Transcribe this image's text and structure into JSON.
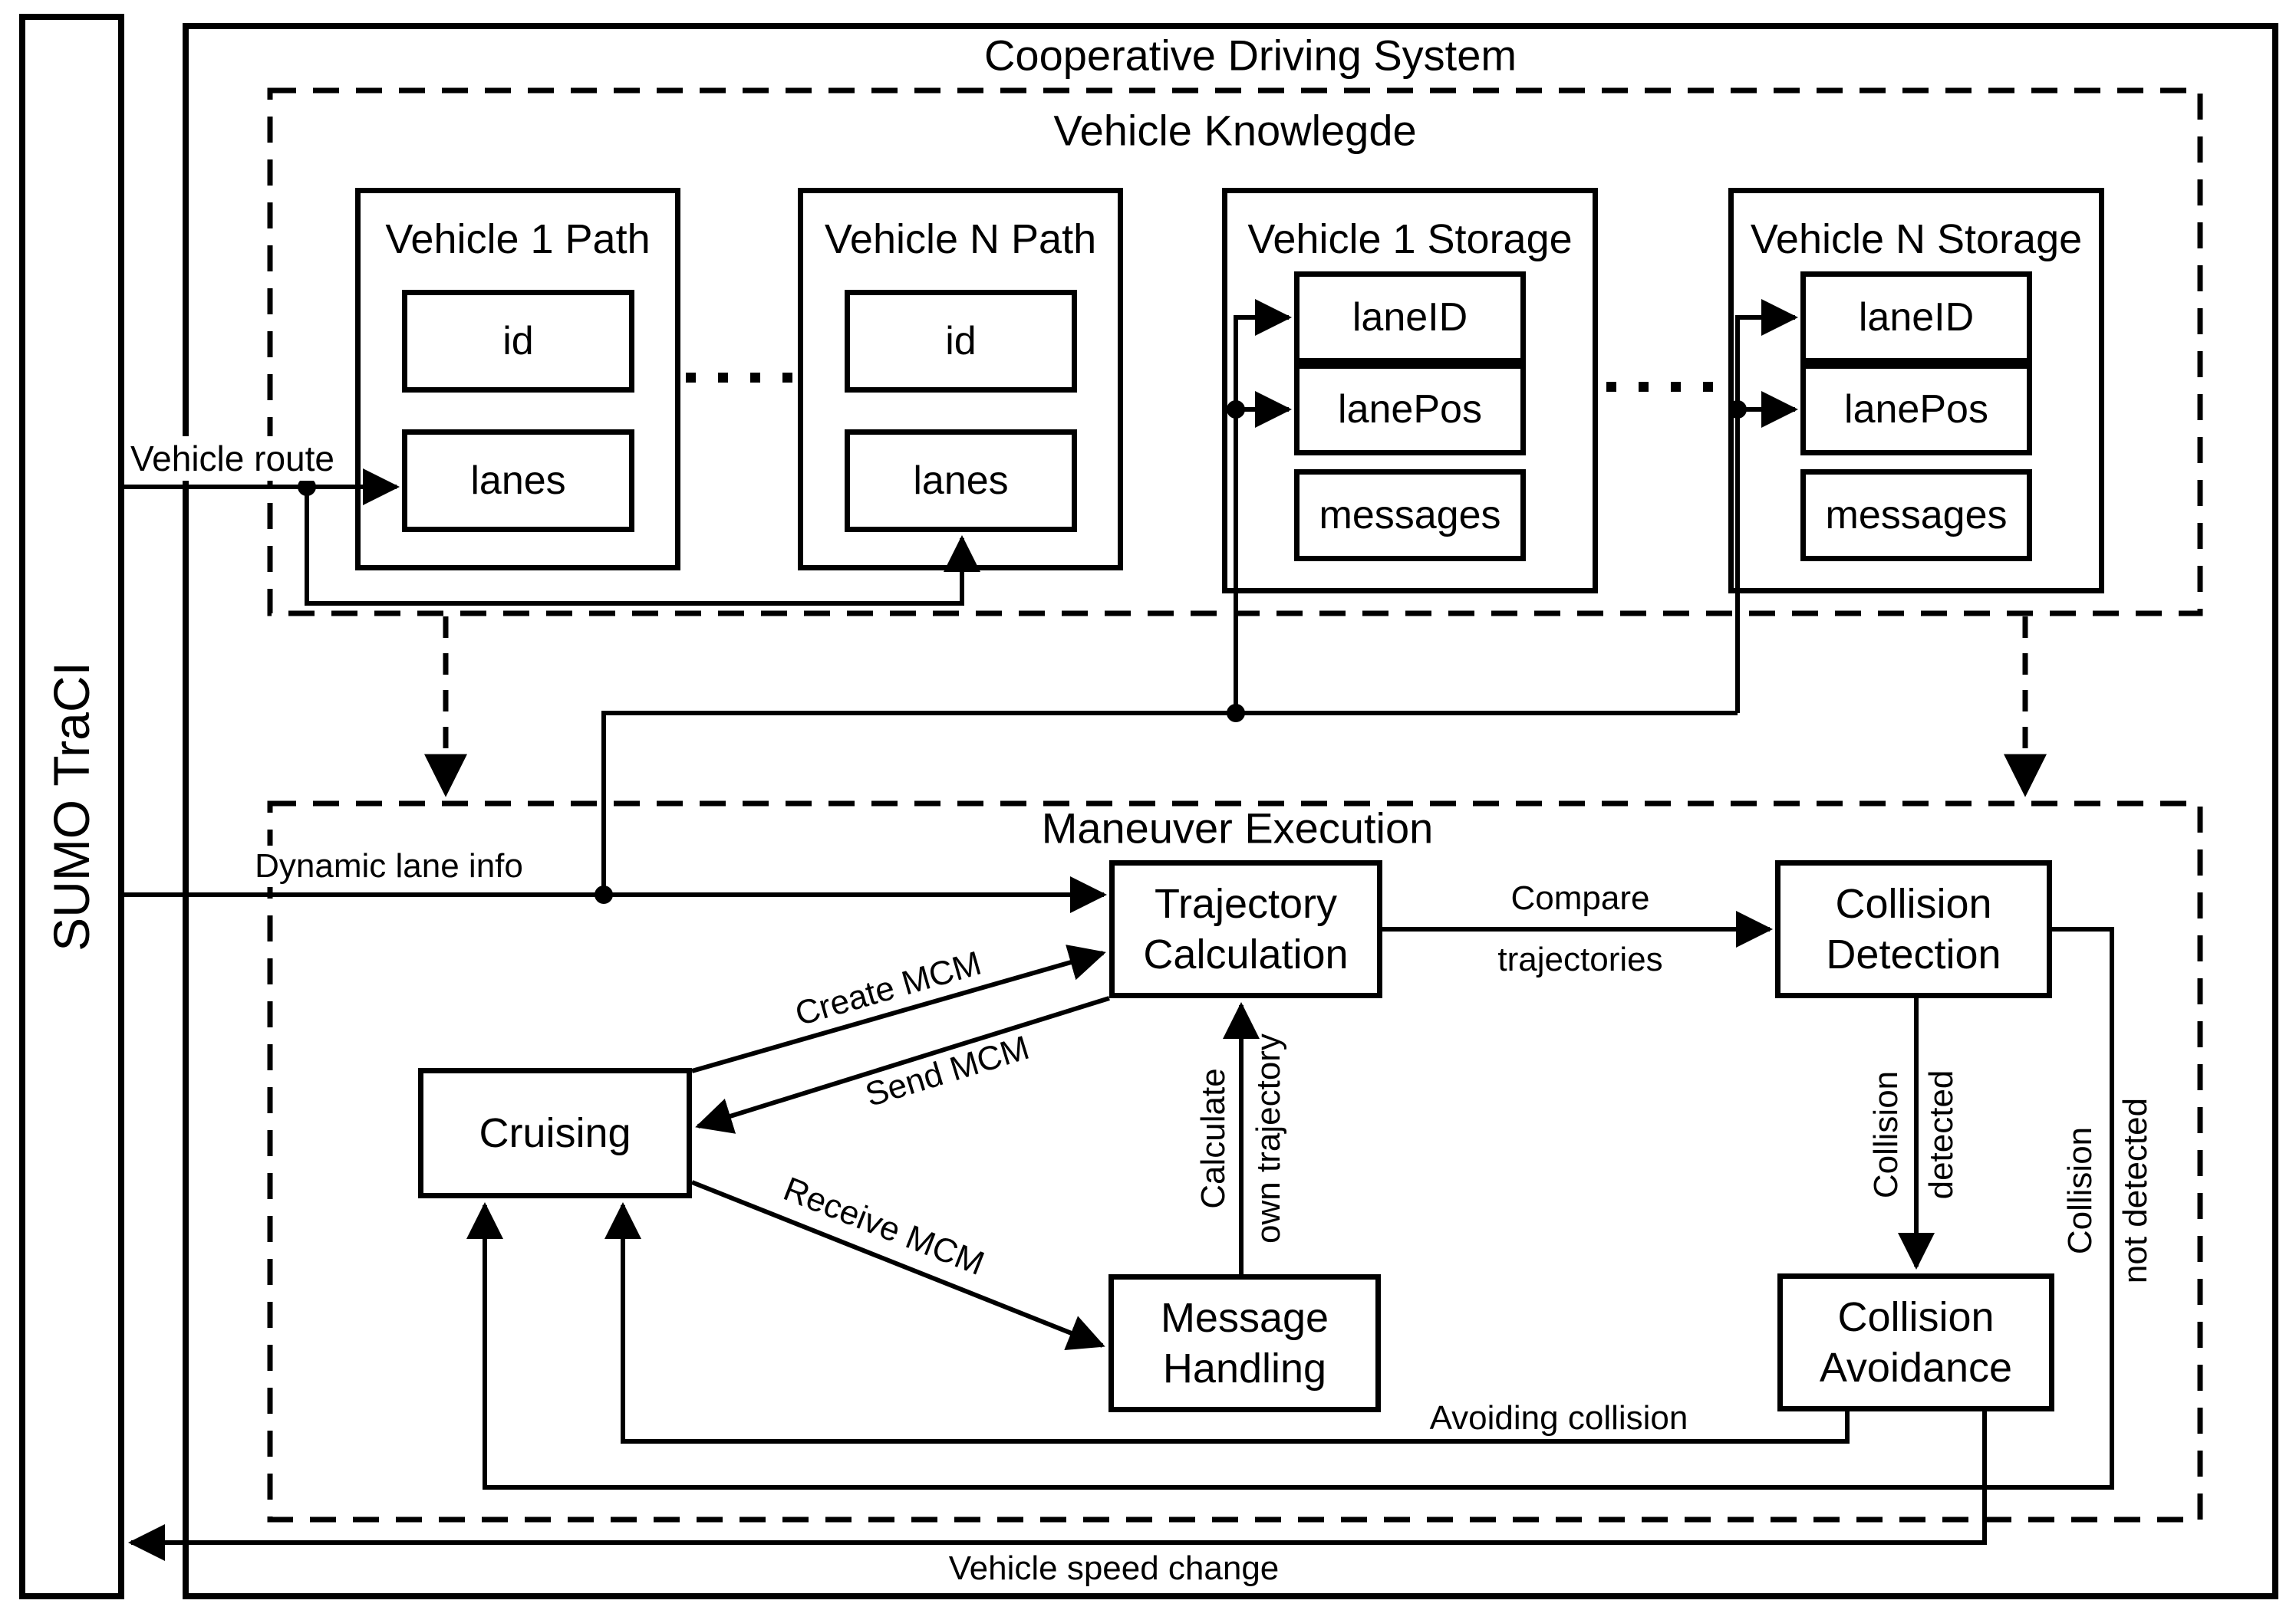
{
  "diagram": {
    "title": "Cooperative Driving System",
    "sumo_label": "SUMO TraCI",
    "knowledge": {
      "title": "Vehicle Knowlegde",
      "v1_path": {
        "title": "Vehicle 1 Path",
        "fields": [
          "id",
          "lanes"
        ]
      },
      "vn_path": {
        "title": "Vehicle N Path",
        "fields": [
          "id",
          "lanes"
        ]
      },
      "v1_storage": {
        "title": "Vehicle 1 Storage",
        "fields": [
          "laneID",
          "lanePos",
          "messages"
        ]
      },
      "vn_storage": {
        "title": "Vehicle N Storage",
        "fields": [
          "laneID",
          "lanePos",
          "messages"
        ]
      }
    },
    "execution": {
      "title": "Maneuver Execution",
      "nodes": {
        "trajectory_calculation": "Trajectory Calculation",
        "collision_detection": "Collision Detection",
        "cruising": "Cruising",
        "message_handling": "Message Handling",
        "collision_avoidance": "Collision Avoidance"
      }
    },
    "edges": {
      "vehicle_route": "Vehicle route",
      "dynamic_lane_info": "Dynamic lane info",
      "create_mcm": "Create MCM",
      "send_mcm": "Send MCM",
      "receive_mcm": "Receive MCM",
      "calculate_own_trajectory": [
        "Calculate",
        "own trajectory"
      ],
      "compare_trajectories": [
        "Compare",
        "trajectories"
      ],
      "collision_detected": [
        "Collision",
        "detected"
      ],
      "collision_not_detected": [
        "Collision",
        "not detected"
      ],
      "avoiding_collision": "Avoiding collision",
      "vehicle_speed_change": "Vehicle speed change"
    },
    "colors": {
      "ink": "#000000",
      "background": "#ffffff"
    }
  }
}
